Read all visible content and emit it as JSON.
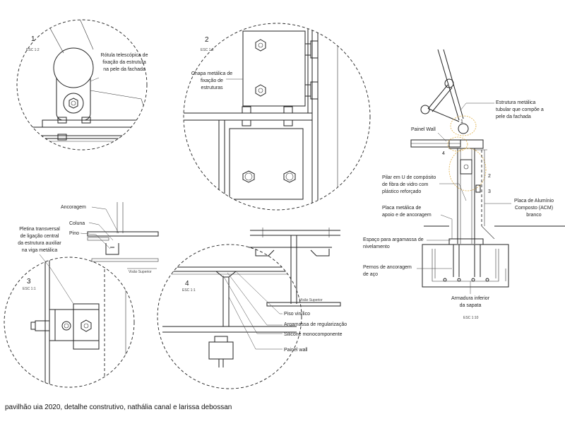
{
  "caption": "pavilhão uia 2020, detalhe construtivo, nathália canal e larissa debossan",
  "detail1": {
    "number": "1",
    "scale": "ESC 1:2",
    "label_lines": [
      "Rótula telescópica de",
      "fixação da estrutura",
      "na pele da fachada"
    ]
  },
  "detail2": {
    "number": "2",
    "scale": "ESC 1:2",
    "label_lines": [
      "Chapa metálica de",
      "fixação de",
      "estruturas"
    ]
  },
  "detail3": {
    "number": "3",
    "scale": "ESC 1:1",
    "label_lines": [
      "Pletina transversal",
      "de ligação central",
      "da estrutura auxiliar",
      "na viga metálica"
    ],
    "anchor_label": "Ancoragem",
    "column_label": "Coluna",
    "pin_label": "Pino",
    "top_view": "Visão Superior"
  },
  "detail4": {
    "number": "4",
    "scale": "ESC 1:1",
    "top_view": "Visão Superior",
    "vinyl_floor": "Piso vinílico",
    "leveling_mortar": "Argamassa de regularização",
    "silicone": "Silicone monocomponente",
    "wall_panel": "Painel wall"
  },
  "section": {
    "scale": "ESC 1:10",
    "tubular_structure": [
      "Estrutura metálica",
      "tubular que compõe a",
      "pele da fachada"
    ],
    "wall_panel": "Painel Wall",
    "u_pillar": [
      "Pilar em U de compósito",
      "de fibra de vidro com",
      "plástico reforçado"
    ],
    "plate": [
      "Placa metálica de",
      "apoio e de ancoragem"
    ],
    "acm": [
      "Placa de Alumínio",
      "Composto (ACM)",
      "branco"
    ],
    "mortar_space": [
      "Espaço para argamassa de",
      "nivelamento"
    ],
    "anchor_bolts": [
      "Pernos de ancoragem",
      "de aço"
    ],
    "footing_rebar": [
      "Armadura inferior",
      "da sapata"
    ],
    "markers": [
      "1",
      "2",
      "3",
      "4"
    ]
  }
}
